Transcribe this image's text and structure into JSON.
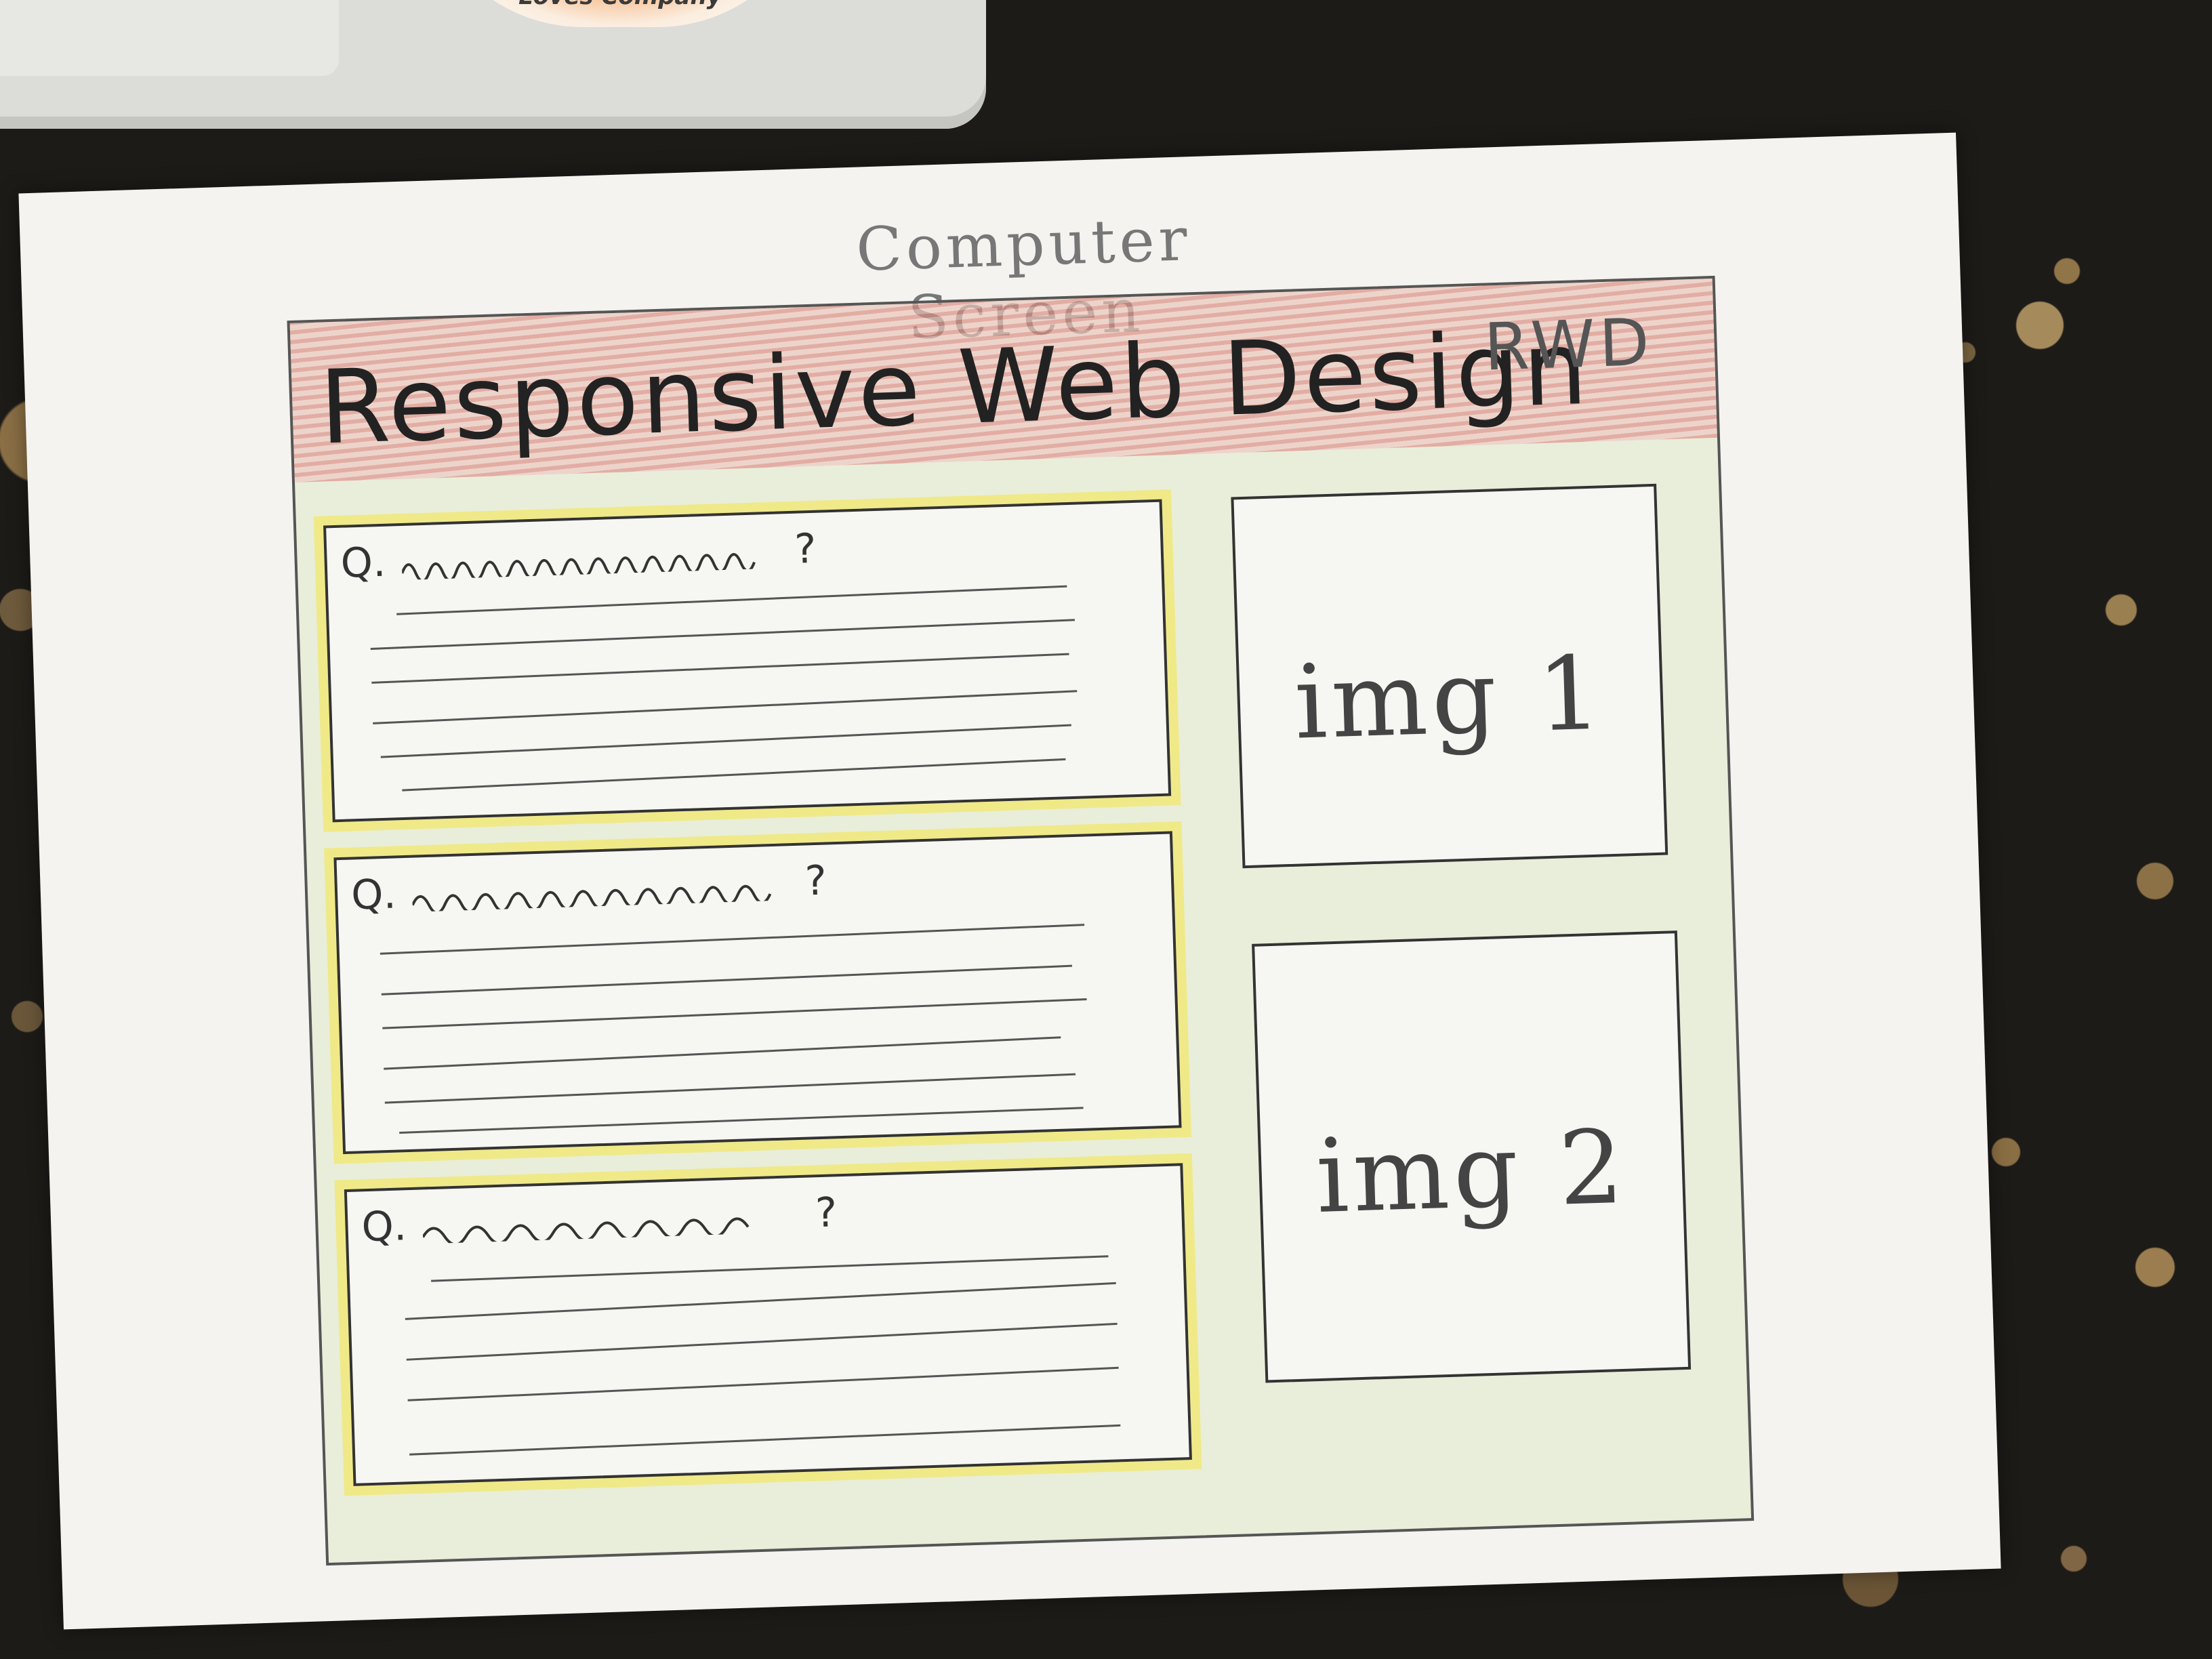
{
  "laptop": {
    "sticker_text": "Loves Company"
  },
  "sketch": {
    "title": "Computer Screen",
    "header": {
      "title": "Responsive Web Design",
      "abbreviation": "RWD",
      "color": "#e08a8a"
    },
    "content_background_color": "#cfe3a8",
    "qa_highlight_color": "#f5e646",
    "questions": [
      {
        "label": "Q.",
        "mark": "?"
      },
      {
        "label": "Q.",
        "mark": "?"
      },
      {
        "label": "Q.",
        "mark": "?"
      }
    ],
    "images": [
      {
        "label": "img 1"
      },
      {
        "label": "img 2"
      }
    ]
  }
}
